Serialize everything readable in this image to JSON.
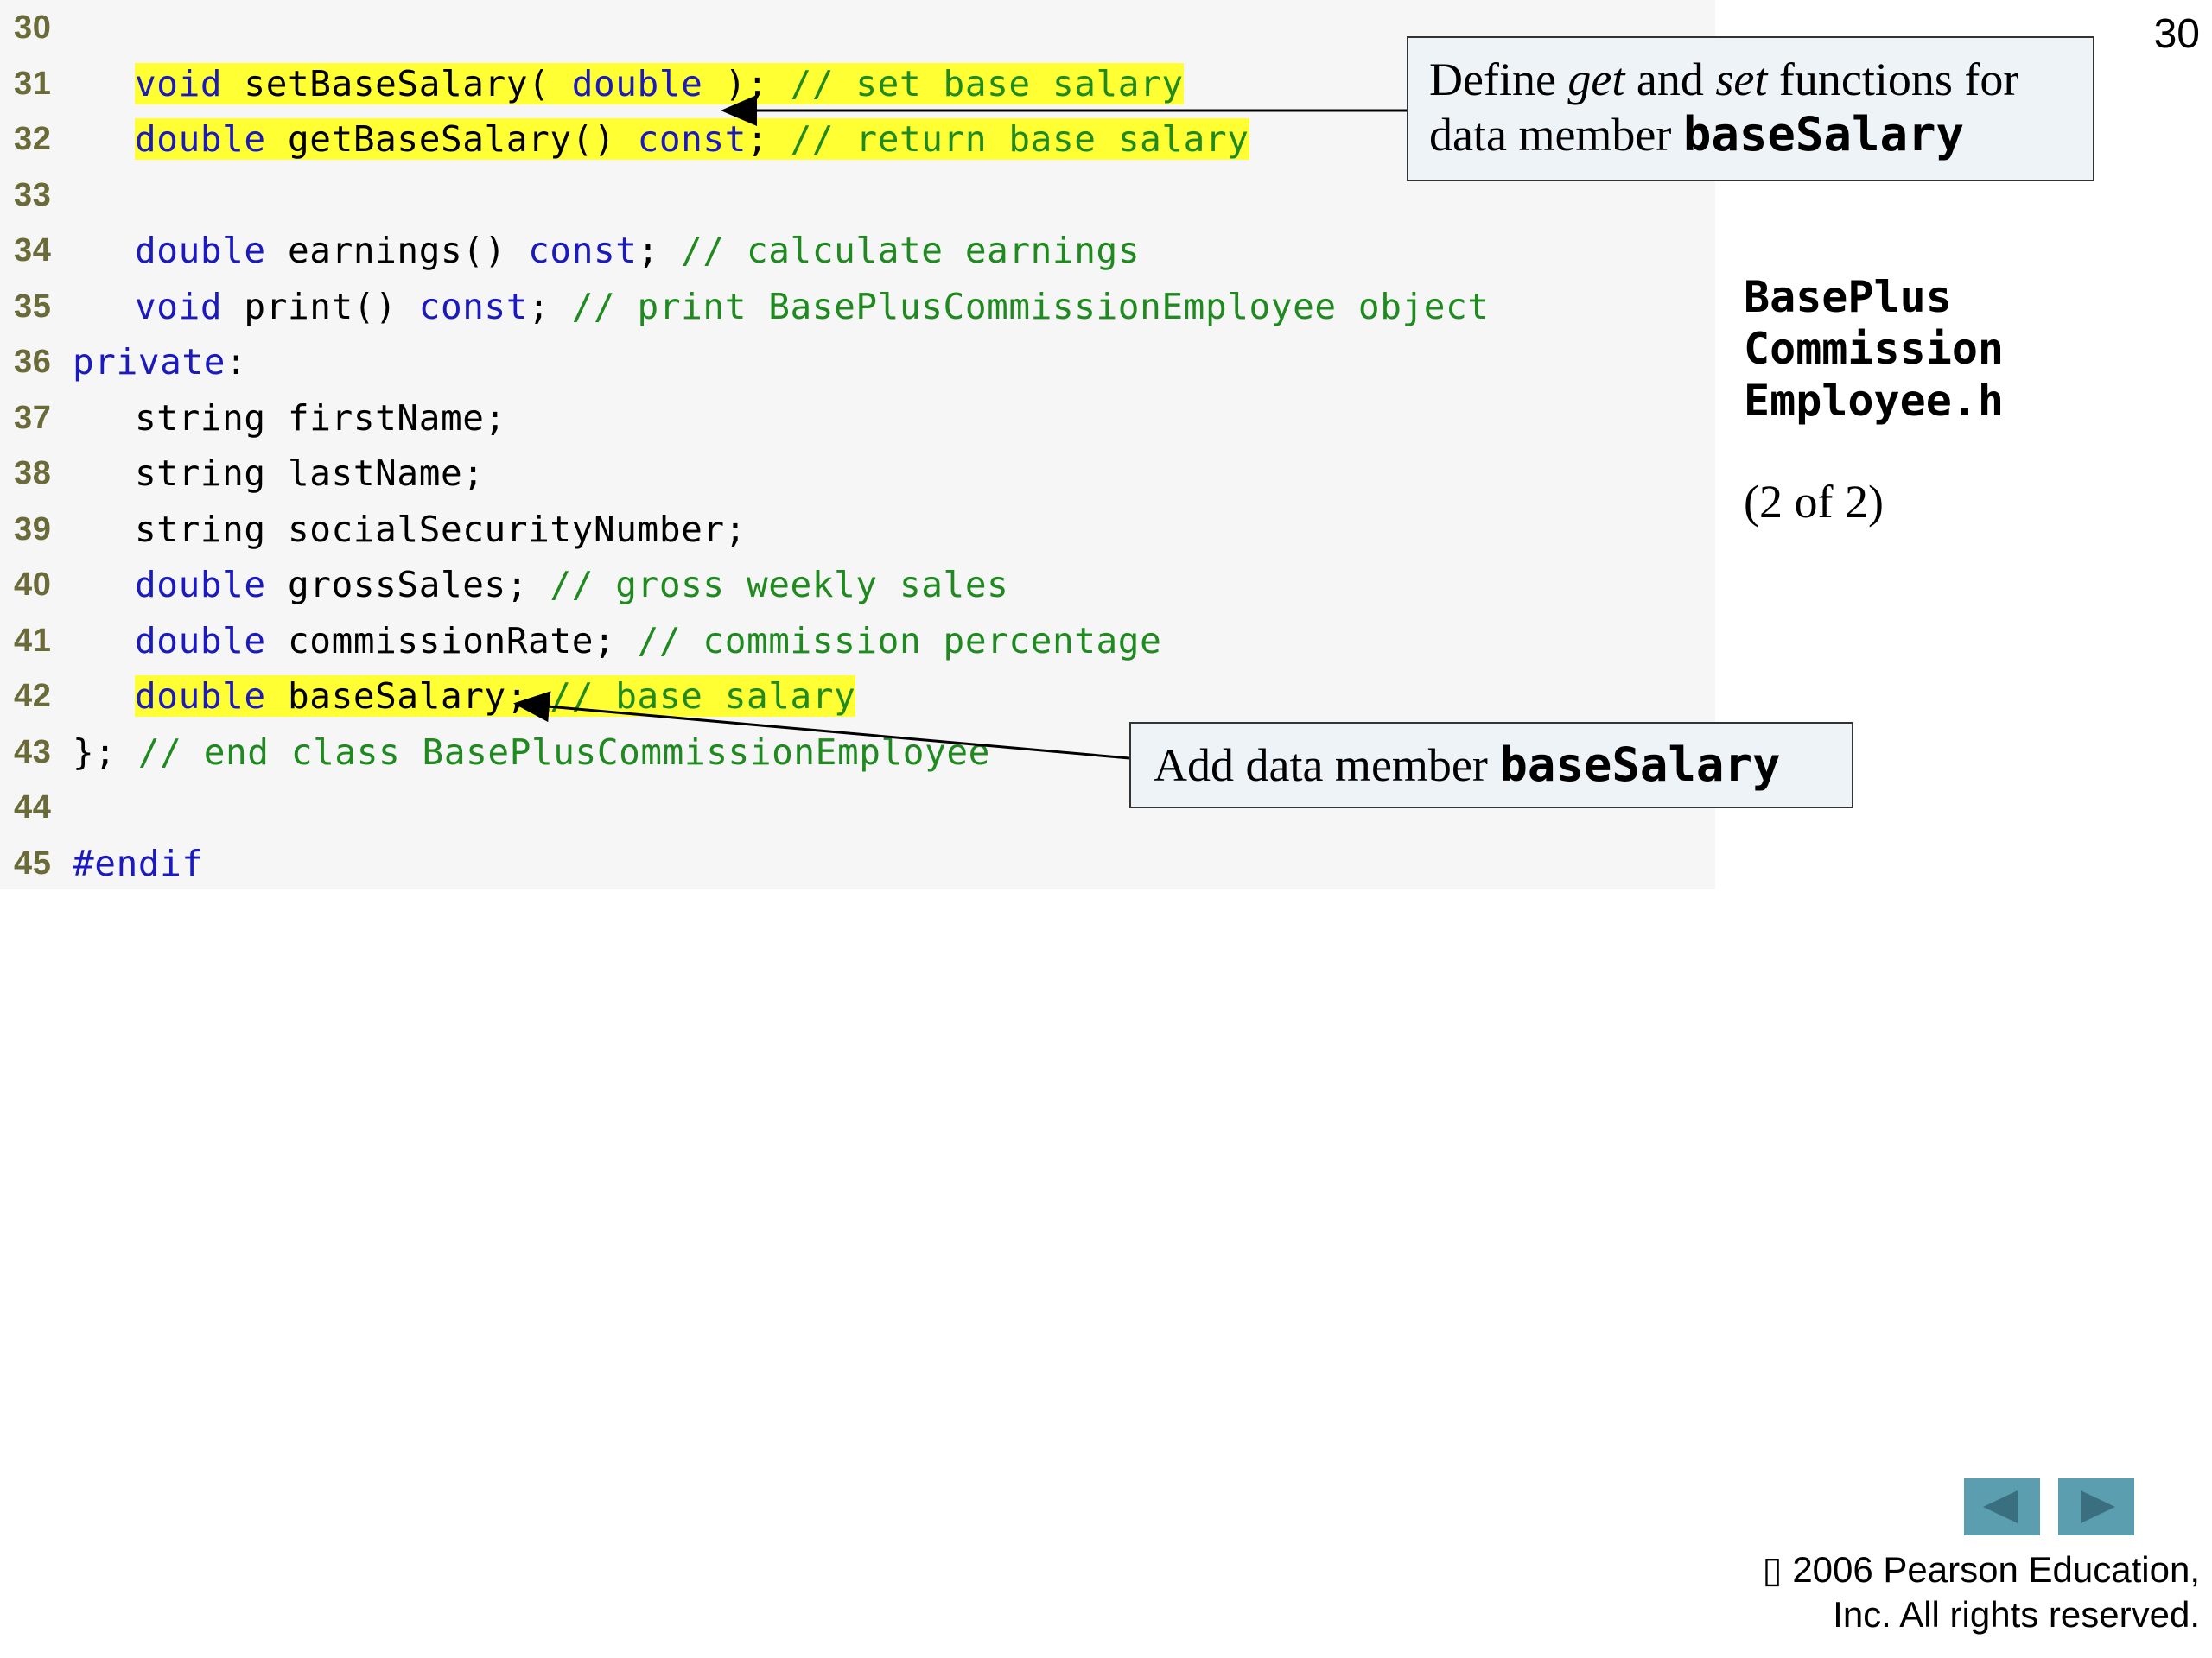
{
  "slide_number": "30",
  "code_lines": [
    {
      "num": "30",
      "indent": 0,
      "highlight": false,
      "tokens": []
    },
    {
      "num": "31",
      "indent": 1,
      "highlight": true,
      "tokens": [
        {
          "t": "void",
          "c": "kw"
        },
        {
          "t": " setBaseSalary( ",
          "c": "nm"
        },
        {
          "t": "double",
          "c": "kw"
        },
        {
          "t": " ); ",
          "c": "nm"
        },
        {
          "t": "// set base salary",
          "c": "cm"
        }
      ]
    },
    {
      "num": "32",
      "indent": 1,
      "highlight": true,
      "tokens": [
        {
          "t": "double",
          "c": "kw"
        },
        {
          "t": " getBaseSalary() ",
          "c": "nm"
        },
        {
          "t": "const",
          "c": "kw"
        },
        {
          "t": "; ",
          "c": "nm"
        },
        {
          "t": "// return base salary",
          "c": "cm"
        }
      ]
    },
    {
      "num": "33",
      "indent": 0,
      "highlight": false,
      "tokens": []
    },
    {
      "num": "34",
      "indent": 1,
      "highlight": false,
      "tokens": [
        {
          "t": "double",
          "c": "kw"
        },
        {
          "t": " earnings() ",
          "c": "nm"
        },
        {
          "t": "const",
          "c": "kw"
        },
        {
          "t": "; ",
          "c": "nm"
        },
        {
          "t": "// calculate earnings",
          "c": "cm"
        }
      ]
    },
    {
      "num": "35",
      "indent": 1,
      "highlight": false,
      "tokens": [
        {
          "t": "void",
          "c": "kw"
        },
        {
          "t": " print() ",
          "c": "nm"
        },
        {
          "t": "const",
          "c": "kw"
        },
        {
          "t": "; ",
          "c": "nm"
        },
        {
          "t": "// print BasePlusCommissionEmployee object",
          "c": "cm"
        }
      ]
    },
    {
      "num": "36",
      "indent": 0,
      "highlight": false,
      "tokens": [
        {
          "t": "private",
          "c": "kw"
        },
        {
          "t": ":",
          "c": "nm"
        }
      ]
    },
    {
      "num": "37",
      "indent": 1,
      "highlight": false,
      "tokens": [
        {
          "t": "string firstName;",
          "c": "nm"
        }
      ]
    },
    {
      "num": "38",
      "indent": 1,
      "highlight": false,
      "tokens": [
        {
          "t": "string lastName;",
          "c": "nm"
        }
      ]
    },
    {
      "num": "39",
      "indent": 1,
      "highlight": false,
      "tokens": [
        {
          "t": "string socialSecurityNumber;",
          "c": "nm"
        }
      ]
    },
    {
      "num": "40",
      "indent": 1,
      "highlight": false,
      "tokens": [
        {
          "t": "double",
          "c": "kw"
        },
        {
          "t": " grossSales; ",
          "c": "nm"
        },
        {
          "t": "// gross weekly sales",
          "c": "cm"
        }
      ]
    },
    {
      "num": "41",
      "indent": 1,
      "highlight": false,
      "tokens": [
        {
          "t": "double",
          "c": "kw"
        },
        {
          "t": " commissionRate; ",
          "c": "nm"
        },
        {
          "t": "// commission percentage",
          "c": "cm"
        }
      ]
    },
    {
      "num": "42",
      "indent": 1,
      "highlight": true,
      "tokens": [
        {
          "t": "double",
          "c": "kw"
        },
        {
          "t": " baseSalary; ",
          "c": "nm"
        },
        {
          "t": "// base salary",
          "c": "cm"
        }
      ]
    },
    {
      "num": "43",
      "indent": 0,
      "highlight": false,
      "tokens": [
        {
          "t": "}; ",
          "c": "nm"
        },
        {
          "t": "// end class BasePlusCommissionEmployee",
          "c": "cm"
        }
      ]
    },
    {
      "num": "44",
      "indent": 0,
      "highlight": false,
      "tokens": []
    },
    {
      "num": "45",
      "indent": 0,
      "highlight": false,
      "tokens": [
        {
          "t": "#endif",
          "c": "kw"
        }
      ]
    }
  ],
  "callout_get_set": {
    "part1": "Define ",
    "part2": "get",
    "part3": " and ",
    "part4": "set",
    "part5": " functions for",
    "part6": "data member ",
    "code": "baseSalary"
  },
  "callout_add_member": {
    "text": "Add data member ",
    "code": "baseSalary"
  },
  "side_title": [
    "BasePlus",
    "Commission",
    "Employee.h"
  ],
  "side_subtitle": "(2 of 2)",
  "copyright": {
    "line1": "▯ 2006 Pearson Education,",
    "line2": "Inc.  All rights reserved."
  },
  "colors": {
    "highlight": "#ffff33",
    "keyword": "#1a1abf",
    "comment": "#1f8a1f",
    "line_number": "#6b6b3a",
    "callout_bg": "#eef3f7",
    "nav_button": "#5b9eb0"
  },
  "nav": {
    "prev_icon": "left-triangle-icon",
    "next_icon": "right-triangle-icon"
  }
}
